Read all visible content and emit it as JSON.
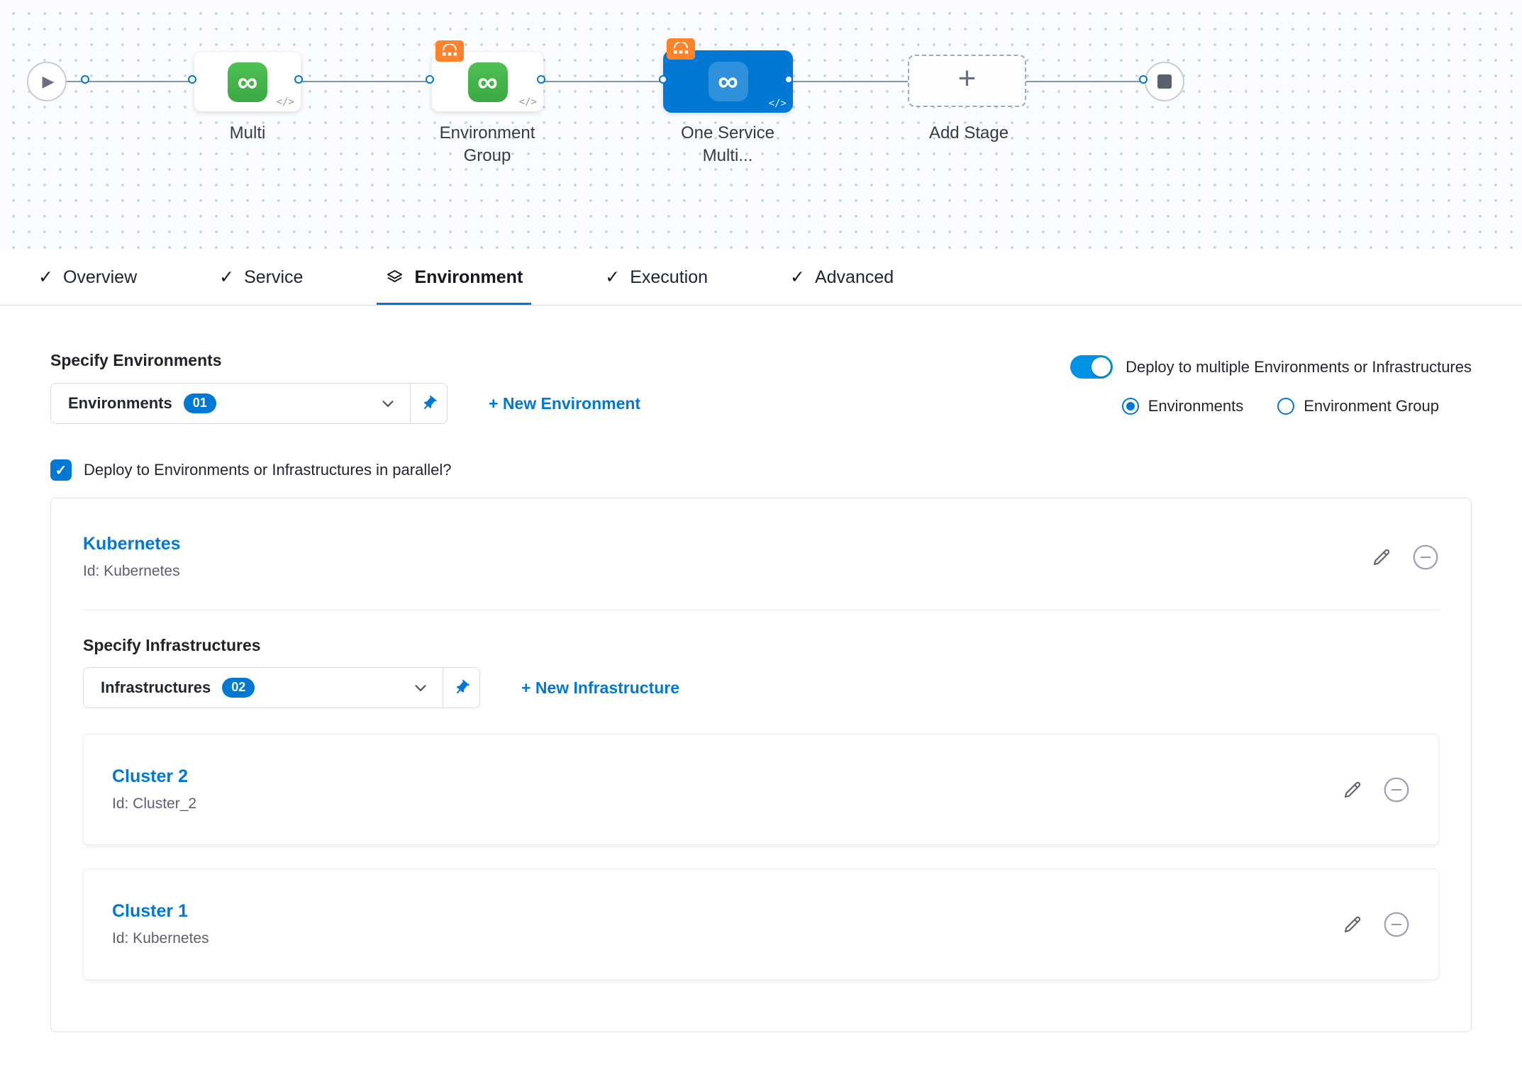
{
  "canvas": {
    "nodes": [
      {
        "label": "Multi",
        "type": "service-stage",
        "selected": false,
        "badge": false
      },
      {
        "label": "Environment Group",
        "type": "service-stage",
        "selected": false,
        "badge": true
      },
      {
        "label": "One Service Multi...",
        "type": "service-stage",
        "selected": true,
        "badge": true
      },
      {
        "label": "Add Stage",
        "type": "add-stage",
        "selected": false,
        "badge": false
      }
    ]
  },
  "tabs": [
    {
      "label": "Overview",
      "active": false
    },
    {
      "label": "Service",
      "active": false
    },
    {
      "label": "Environment",
      "active": true
    },
    {
      "label": "Execution",
      "active": false
    },
    {
      "label": "Advanced",
      "active": false
    }
  ],
  "environment": {
    "heading": "Specify Environments",
    "dropdown_label": "Environments",
    "dropdown_count": "01",
    "new_environment_link": "+ New Environment",
    "multi_toggle_label": "Deploy to multiple Environments or Infrastructures",
    "toggle_on": true,
    "radio_environments": "Environments",
    "radio_environment_group": "Environment Group",
    "radio_selected": "Environments",
    "parallel_label": "Deploy to Environments or Infrastructures in parallel?",
    "parallel_checked": true
  },
  "environment_card": {
    "name": "Kubernetes",
    "id": "Id: Kubernetes",
    "infra_heading": "Specify Infrastructures",
    "infra_dropdown_label": "Infrastructures",
    "infra_dropdown_count": "02",
    "new_infrastructure_link": "+ New Infrastructure",
    "infrastructures": [
      {
        "name": "Cluster 2",
        "id": "Id: Cluster_2"
      },
      {
        "name": "Cluster 1",
        "id": "Id: Kubernetes"
      }
    ]
  },
  "icons": {
    "play_glyph": "▶",
    "plus_glyph": "+",
    "check_glyph": "✓",
    "code_glyph": "</>",
    "infinity_glyph": "∞"
  },
  "colors": {
    "accent_blue": "#0278d5",
    "toggle_blue": "#0092e4",
    "service_green": "#42ab45",
    "badge_orange": "#ff832b",
    "selected_stage_bg": "#0278d5"
  }
}
